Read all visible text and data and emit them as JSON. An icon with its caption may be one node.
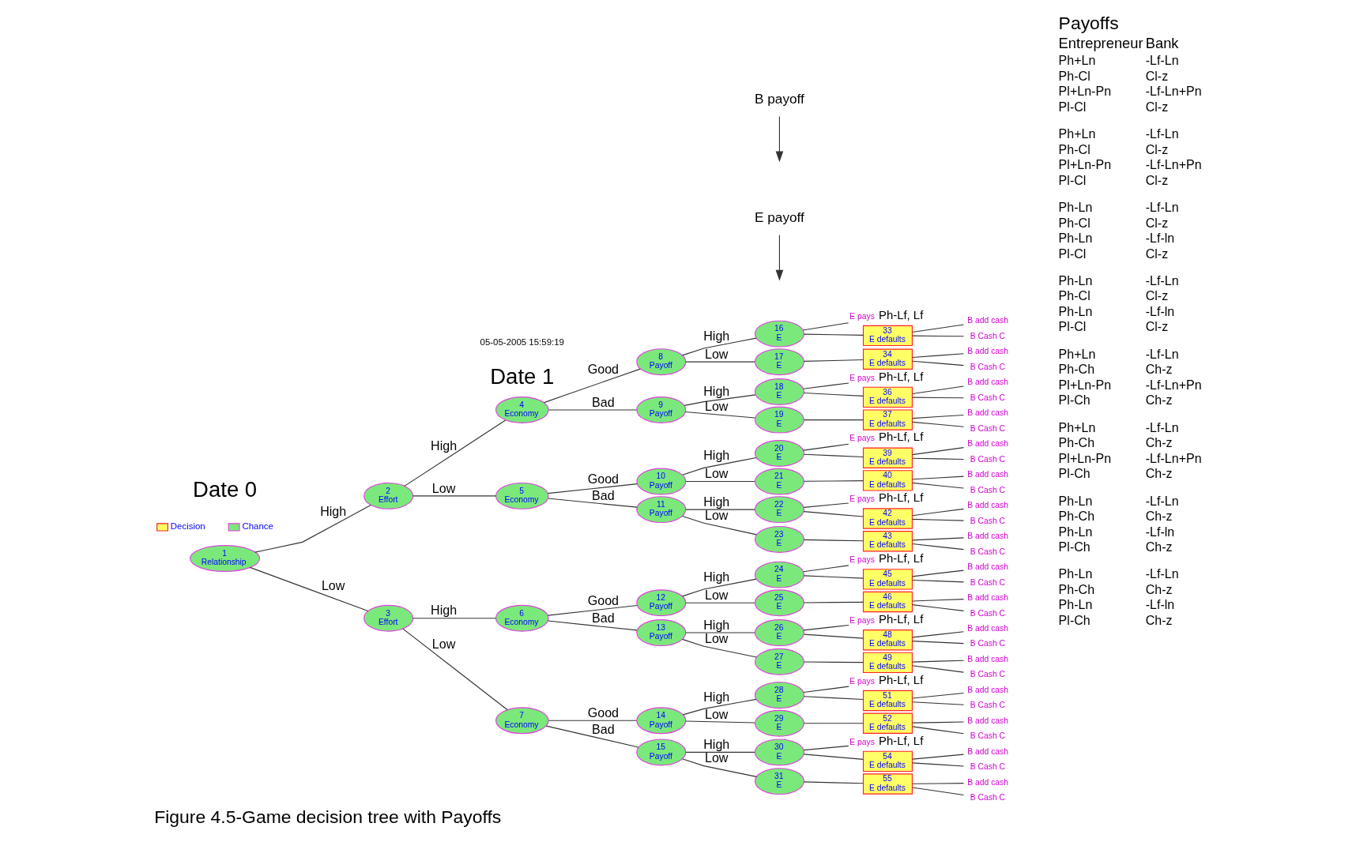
{
  "diagram": {
    "caption": "Figure 4.5-Game decision tree with Payoffs",
    "nodes": [
      {
        "text": [
          "1",
          "Relationship"
        ]
      },
      {
        "text": [
          "2",
          "Effort"
        ]
      },
      {
        "text": [
          "4",
          "Economy"
        ]
      },
      {
        "text": [
          "8",
          "Payoff"
        ]
      },
      {
        "text": [
          "16",
          "E"
        ]
      },
      {
        "text": [
          "E pays",
          "Ph-Lf, Lf"
        ]
      },
      {
        "text": [
          "33",
          "E defaults"
        ]
      },
      {
        "text": [
          "B add cash"
        ]
      },
      {
        "text": [
          "B Cash C"
        ]
      },
      {
        "text": [
          "17",
          "E"
        ]
      },
      {
        "text": [
          "34",
          "E defaults"
        ]
      },
      {
        "text": [
          "B add cash"
        ]
      },
      {
        "text": [
          "B Cash C"
        ]
      },
      {
        "text": [
          "9",
          "Payoff"
        ]
      },
      {
        "text": [
          "18",
          "E"
        ]
      },
      {
        "text": [
          "E pays",
          "Ph-Lf, Lf"
        ]
      },
      {
        "text": [
          "36",
          "E defaults"
        ]
      },
      {
        "text": [
          "B add cash"
        ]
      },
      {
        "text": [
          "B Cash C"
        ]
      },
      {
        "text": [
          "19",
          "E"
        ]
      },
      {
        "text": [
          "37",
          "E defaults"
        ]
      },
      {
        "text": [
          "B add cash"
        ]
      },
      {
        "text": [
          "B Cash C"
        ]
      },
      {
        "text": [
          "5",
          "Economy"
        ]
      },
      {
        "text": [
          "10",
          "Payoff"
        ]
      },
      {
        "text": [
          "20",
          "E"
        ]
      },
      {
        "text": [
          "E pays",
          "Ph-Lf, Lf"
        ]
      },
      {
        "text": [
          "39",
          "E defaults"
        ]
      },
      {
        "text": [
          "B add cash"
        ]
      },
      {
        "text": [
          "B Cash C"
        ]
      },
      {
        "text": [
          "21",
          "E"
        ]
      },
      {
        "text": [
          "40",
          "E defaults"
        ]
      },
      {
        "text": [
          "B add cash"
        ]
      },
      {
        "text": [
          "B Cash C"
        ]
      },
      {
        "text": [
          "11",
          "Payoff"
        ]
      },
      {
        "text": [
          "22",
          "E"
        ]
      },
      {
        "text": [
          "E pays",
          "Ph-Lf, Lf"
        ]
      },
      {
        "text": [
          "42",
          "E defaults"
        ]
      },
      {
        "text": [
          "B add cash"
        ]
      },
      {
        "text": [
          "B Cash C"
        ]
      },
      {
        "text": [
          "23",
          "E"
        ]
      },
      {
        "text": [
          "43",
          "E defaults"
        ]
      },
      {
        "text": [
          "B add cash"
        ]
      },
      {
        "text": [
          "B Cash C"
        ]
      },
      {
        "text": [
          "3",
          "Effort"
        ]
      },
      {
        "text": [
          "6",
          "Economy"
        ]
      },
      {
        "text": [
          "12",
          "Payoff"
        ]
      },
      {
        "text": [
          "24",
          "E"
        ]
      },
      {
        "text": [
          "E pays",
          "Ph-Lf, Lf"
        ]
      },
      {
        "text": [
          "45",
          "E defaults"
        ]
      },
      {
        "text": [
          "B add cash"
        ]
      },
      {
        "text": [
          "B Cash C"
        ]
      },
      {
        "text": [
          "25",
          "E"
        ]
      },
      {
        "text": [
          "46",
          "E defaults"
        ]
      },
      {
        "text": [
          "B add cash"
        ]
      },
      {
        "text": [
          "B Cash C"
        ]
      },
      {
        "text": [
          "13",
          "Payoff"
        ]
      },
      {
        "text": [
          "26",
          "E"
        ]
      },
      {
        "text": [
          "E pays",
          "Ph-Lf, Lf"
        ]
      },
      {
        "text": [
          "48",
          "E defaults"
        ]
      },
      {
        "text": [
          "B add cash"
        ]
      },
      {
        "text": [
          "B Cash C"
        ]
      },
      {
        "text": [
          "27",
          "E"
        ]
      },
      {
        "text": [
          "49",
          "E defaults"
        ]
      },
      {
        "text": [
          "B add cash"
        ]
      },
      {
        "text": [
          "B Cash C"
        ]
      },
      {
        "text": [
          "7",
          "Economy"
        ]
      },
      {
        "text": [
          "14",
          "Payoff"
        ]
      },
      {
        "text": [
          "28",
          "E"
        ]
      },
      {
        "text": [
          "E pays",
          "Ph-Lf, Lf"
        ]
      },
      {
        "text": [
          "51",
          "E defaults"
        ]
      },
      {
        "text": [
          "B add cash"
        ]
      },
      {
        "text": [
          "B Cash C"
        ]
      },
      {
        "text": [
          "29",
          "E"
        ]
      },
      {
        "text": [
          "52",
          "E defaults"
        ]
      },
      {
        "text": [
          "B add cash"
        ]
      },
      {
        "text": [
          "B Cash C"
        ]
      },
      {
        "text": [
          "15",
          "Payoff"
        ]
      },
      {
        "text": [
          "30",
          "E"
        ]
      },
      {
        "text": [
          "E pays",
          "Ph-Lf, Lf"
        ]
      },
      {
        "text": [
          "54",
          "E defaults"
        ]
      },
      {
        "text": [
          "B add cash"
        ]
      },
      {
        "text": [
          "B Cash C"
        ]
      },
      {
        "text": [
          "31",
          "E"
        ]
      },
      {
        "text": [
          "55",
          "E defaults"
        ]
      },
      {
        "text": [
          "B add cash"
        ]
      },
      {
        "text": [
          "B Cash C"
        ]
      },
      {
        "text": [
          "E payoff"
        ]
      },
      {
        "text": [
          "B payoff"
        ]
      }
    ],
    "edges": [
      {
        "from": 0,
        "to": 1,
        "label": "High",
        "arrow": "none"
      },
      {
        "from": 0,
        "to": 44,
        "label": "Low",
        "arrow": "none"
      },
      {
        "from": 1,
        "to": 2,
        "label": "High",
        "arrow": "none"
      },
      {
        "from": 1,
        "to": 23,
        "label": "Low",
        "arrow": "none"
      },
      {
        "from": 2,
        "to": 3,
        "label": "Good",
        "arrow": "none"
      },
      {
        "from": 2,
        "to": 13,
        "label": "Bad",
        "arrow": "none"
      },
      {
        "from": 3,
        "to": 4,
        "label": "High",
        "arrow": "none"
      },
      {
        "from": 4,
        "to": 5,
        "arrow": "none"
      },
      {
        "from": 4,
        "to": 6,
        "arrow": "none"
      },
      {
        "from": 6,
        "to": 7,
        "arrow": "none"
      },
      {
        "from": 6,
        "to": 8,
        "arrow": "none"
      },
      {
        "from": 3,
        "to": 9,
        "label": "Low",
        "arrow": "none"
      },
      {
        "from": 9,
        "to": 10,
        "arrow": "none"
      },
      {
        "from": 10,
        "to": 11,
        "arrow": "none"
      },
      {
        "from": 10,
        "to": 12,
        "arrow": "none"
      },
      {
        "from": 13,
        "to": 14,
        "label": "High",
        "arrow": "none"
      },
      {
        "from": 14,
        "to": 15,
        "arrow": "none"
      },
      {
        "from": 14,
        "to": 16,
        "arrow": "none"
      },
      {
        "from": 16,
        "to": 17,
        "arrow": "none"
      },
      {
        "from": 16,
        "to": 18,
        "arrow": "none"
      },
      {
        "from": 13,
        "to": 19,
        "label": "Low",
        "arrow": "none"
      },
      {
        "from": 19,
        "to": 20,
        "arrow": "none"
      },
      {
        "from": 20,
        "to": 21,
        "arrow": "none"
      },
      {
        "from": 20,
        "to": 22,
        "arrow": "none"
      },
      {
        "from": 23,
        "to": 24,
        "label": "Good",
        "arrow": "none"
      },
      {
        "from": 23,
        "to": 34,
        "label": "Bad",
        "arrow": "none"
      },
      {
        "from": 24,
        "to": 25,
        "label": "High",
        "arrow": "none"
      },
      {
        "from": 25,
        "to": 26,
        "arrow": "none"
      },
      {
        "from": 25,
        "to": 27,
        "arrow": "none"
      },
      {
        "from": 27,
        "to": 28,
        "arrow": "none"
      },
      {
        "from": 27,
        "to": 29,
        "arrow": "none"
      },
      {
        "from": 24,
        "to": 30,
        "label": "Low",
        "arrow": "none"
      },
      {
        "from": 30,
        "to": 31,
        "arrow": "none"
      },
      {
        "from": 31,
        "to": 32,
        "arrow": "none"
      },
      {
        "from": 31,
        "to": 33,
        "arrow": "none"
      },
      {
        "from": 34,
        "to": 35,
        "label": "High",
        "arrow": "none"
      },
      {
        "from": 35,
        "to": 36,
        "arrow": "none"
      },
      {
        "from": 35,
        "to": 37,
        "arrow": "none"
      },
      {
        "from": 37,
        "to": 38,
        "arrow": "none"
      },
      {
        "from": 37,
        "to": 39,
        "arrow": "none"
      },
      {
        "from": 34,
        "to": 40,
        "label": "Low",
        "arrow": "none"
      },
      {
        "from": 40,
        "to": 41,
        "arrow": "none"
      },
      {
        "from": 41,
        "to": 42,
        "arrow": "none"
      },
      {
        "from": 41,
        "to": 43,
        "arrow": "none"
      },
      {
        "from": 44,
        "to": 45,
        "label": "High",
        "arrow": "none"
      },
      {
        "from": 44,
        "to": 66,
        "label": "Low",
        "arrow": "none"
      },
      {
        "from": 45,
        "to": 46,
        "label": "Good",
        "arrow": "none"
      },
      {
        "from": 45,
        "to": 56,
        "label": "Bad",
        "arrow": "none"
      },
      {
        "from": 46,
        "to": 47,
        "label": "High",
        "arrow": "none"
      },
      {
        "from": 47,
        "to": 48,
        "arrow": "none"
      },
      {
        "from": 47,
        "to": 49,
        "arrow": "none"
      },
      {
        "from": 49,
        "to": 50,
        "arrow": "none"
      },
      {
        "from": 49,
        "to": 51,
        "arrow": "none"
      },
      {
        "from": 46,
        "to": 52,
        "label": "Low",
        "arrow": "none"
      },
      {
        "from": 52,
        "to": 53,
        "arrow": "none"
      },
      {
        "from": 53,
        "to": 54,
        "arrow": "none"
      },
      {
        "from": 53,
        "to": 55,
        "arrow": "none"
      },
      {
        "from": 56,
        "to": 57,
        "label": "High",
        "arrow": "none"
      },
      {
        "from": 57,
        "to": 58,
        "arrow": "none"
      },
      {
        "from": 57,
        "to": 59,
        "arrow": "none"
      },
      {
        "from": 59,
        "to": 60,
        "arrow": "none"
      },
      {
        "from": 59,
        "to": 61,
        "arrow": "none"
      },
      {
        "from": 56,
        "to": 62,
        "label": "Low",
        "arrow": "none"
      },
      {
        "from": 62,
        "to": 63,
        "arrow": "none"
      },
      {
        "from": 63,
        "to": 64,
        "arrow": "none"
      },
      {
        "from": 63,
        "to": 65,
        "arrow": "none"
      },
      {
        "from": 66,
        "to": 67,
        "label": "Good",
        "arrow": "none"
      },
      {
        "from": 66,
        "to": 77,
        "label": "Bad",
        "arrow": "none"
      },
      {
        "from": 67,
        "to": 68,
        "label": "High",
        "arrow": "none"
      },
      {
        "from": 68,
        "to": 69,
        "arrow": "none"
      },
      {
        "from": 68,
        "to": 70,
        "arrow": "none"
      },
      {
        "from": 70,
        "to": 71,
        "arrow": "none"
      },
      {
        "from": 70,
        "to": 72,
        "arrow": "none"
      },
      {
        "from": 67,
        "to": 73,
        "label": "Low",
        "arrow": "none"
      },
      {
        "from": 73,
        "to": 74,
        "arrow": "none"
      },
      {
        "from": 74,
        "to": 75,
        "arrow": "none"
      },
      {
        "from": 74,
        "to": 76,
        "arrow": "none"
      },
      {
        "from": 77,
        "to": 78,
        "label": "High",
        "arrow": "none"
      },
      {
        "from": 78,
        "to": 79,
        "arrow": "none"
      },
      {
        "from": 78,
        "to": 80,
        "arrow": "none"
      },
      {
        "from": 80,
        "to": 81,
        "arrow": "none"
      },
      {
        "from": 80,
        "to": 82,
        "arrow": "none"
      },
      {
        "from": 77,
        "to": 83,
        "label": "Low",
        "arrow": "none"
      },
      {
        "from": 83,
        "to": 84,
        "arrow": "none"
      },
      {
        "from": 84,
        "to": 85,
        "arrow": "none"
      },
      {
        "from": 84,
        "to": 86,
        "arrow": "none"
      },
      {
        "from": 87,
        "to": null,
        "arrow": "to"
      },
      {
        "from": 88,
        "to": null,
        "arrow": "to"
      }
    ],
    "labels": [
      "Date 0",
      "Date 1",
      "05-05-2005 15:59:19",
      "Payoffs",
      "Entrepreneur",
      "Bank",
      "Ph+Ln",
      "-Lf-Ln",
      "Ph-Cl",
      "Cl-z",
      "Pl+Ln-Pn",
      "-Lf-Ln+Pn",
      "Pl-Cl",
      "Cl-z",
      "Ph+Ln",
      "-Lf-Ln",
      "Ph-Cl",
      "Cl-z",
      "Pl+Ln-Pn",
      "-Lf-Ln+Pn",
      "Pl-Cl",
      "Cl-z",
      "Ph-Ln",
      "-Lf-Ln",
      "Ph-Cl",
      "Cl-z",
      "Ph-Ln",
      "-Lf-ln",
      "Pl-Cl",
      "Cl-z",
      "Ph-Ln",
      "-Lf-Ln",
      "Ph-Cl",
      "Cl-z",
      "Ph-Ln",
      "-Lf-ln",
      "Pl-Cl",
      "Cl-z",
      "Ph+Ln",
      "-Lf-Ln",
      "Ph-Ch",
      "Ch-z",
      "Pl+Ln-Pn",
      "-Lf-Ln+Pn",
      "Pl-Ch",
      "Ch-z",
      "Ph+Ln",
      "-Lf-Ln",
      "Ph-Ch",
      "Ch-z",
      "Pl+Ln-Pn",
      "-Lf-Ln+Pn",
      "Pl-Ch",
      "Ch-z",
      "Ph-Ln",
      "-Lf-Ln",
      "Ph-Ch",
      "Ch-z",
      "Ph-Ln",
      "-Lf-ln",
      "Pl-Ch",
      "Ch-z",
      "Ph-Ln",
      "-Lf-Ln",
      "Ph-Ch",
      "Ch-z",
      "Ph-Ln",
      "-Lf-ln",
      "Pl-Ch",
      "Ch-z"
    ],
    "legend": [
      {
        "text": "Decision"
      },
      {
        "text": "Chance"
      }
    ]
  }
}
